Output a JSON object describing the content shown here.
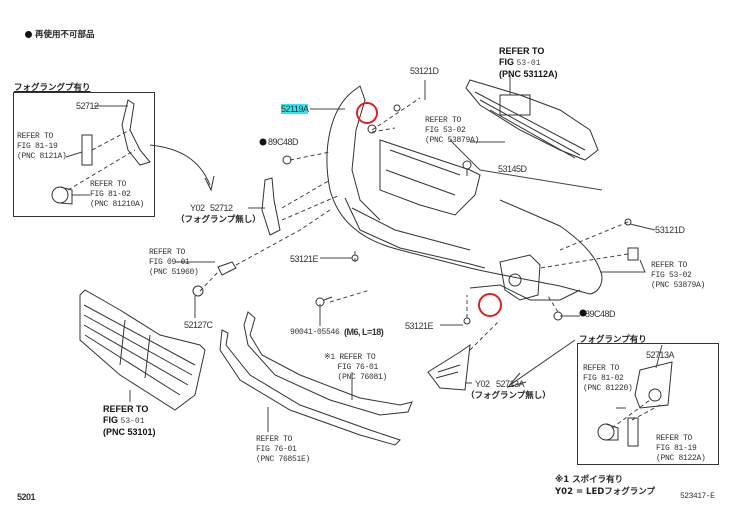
{
  "legend": {
    "bullet_note": "再使用不可部品",
    "note_spoiler": "※1 スポイラ有り",
    "note_y02": "Y02 = LEDフォグランプ"
  },
  "page_code": "5201",
  "figure_id": "523417-E",
  "highlight_color": "#2ee6f0",
  "marker_color": "#e02020",
  "left_box": {
    "title": "フォグラングプ有り",
    "part": "52712",
    "ref1": {
      "line1": "REFER TO",
      "line2": "FIG 81-19",
      "line3": "(PNC 8121A)"
    },
    "ref2": {
      "line1": "REFER TO",
      "line2": "FIG 81-02",
      "line3": "(PNC 81210A)"
    }
  },
  "right_box": {
    "title": "フォグランプ有り",
    "part": "52713A",
    "ref1": {
      "line1": "REFER TO",
      "line2": "FIG 81-02",
      "line3": "(PNC 81220)"
    },
    "ref2": {
      "line1": "REFER TO",
      "line2": "FIG 81-19",
      "line3": "(PNC 8122A)"
    }
  },
  "parts": {
    "bumper": "52119A",
    "clip_top": "53121D",
    "clip_right": "53121D",
    "clip_left_a": "53121E",
    "clip_left_b": "53121E",
    "pin": "53145D",
    "grommet_left": "89C48D",
    "grommet_right": "89C48D",
    "cover_left": "52712",
    "cover_left_y02": "Y02",
    "cover_left_note": "（フォグランプ無し）",
    "cover_right": "52713A",
    "cover_right_y02": "Y02",
    "cover_right_note": "（フォグランプ無し）",
    "cap": "52127C",
    "bolt": "90041-05546",
    "bolt_spec": "(M6, L=18)"
  },
  "refs": {
    "upper_grille": {
      "line1": "REFER TO",
      "fig_label": "FIG",
      "fig": "53-01",
      "line3": "(PNC 53112A)"
    },
    "lower_grille": {
      "line1": "REFER TO",
      "fig_label": "FIG",
      "fig": "53-01",
      "line3": "(PNC 53101)"
    },
    "bracket_top": {
      "line1": "REFER TO",
      "line2": "FIG 53-02",
      "line3": "(PNC 53879A)"
    },
    "bracket_right": {
      "line1": "REFER TO",
      "line2": "FIG 53-02",
      "line3": "(PNC 53879A)"
    },
    "tow_hook": {
      "line1": "REFER TO",
      "line2": "FIG 09-01",
      "line3": "(PNC 51960)"
    },
    "spoiler": {
      "mark": "※1",
      "line1": "REFER TO",
      "line2": "FIG 76-01",
      "line3": "(PNC 76081)"
    },
    "lower_molding": {
      "line1": "REFER TO",
      "line2": "FIG 76-01",
      "line3": "(PNC 76851E)"
    }
  }
}
